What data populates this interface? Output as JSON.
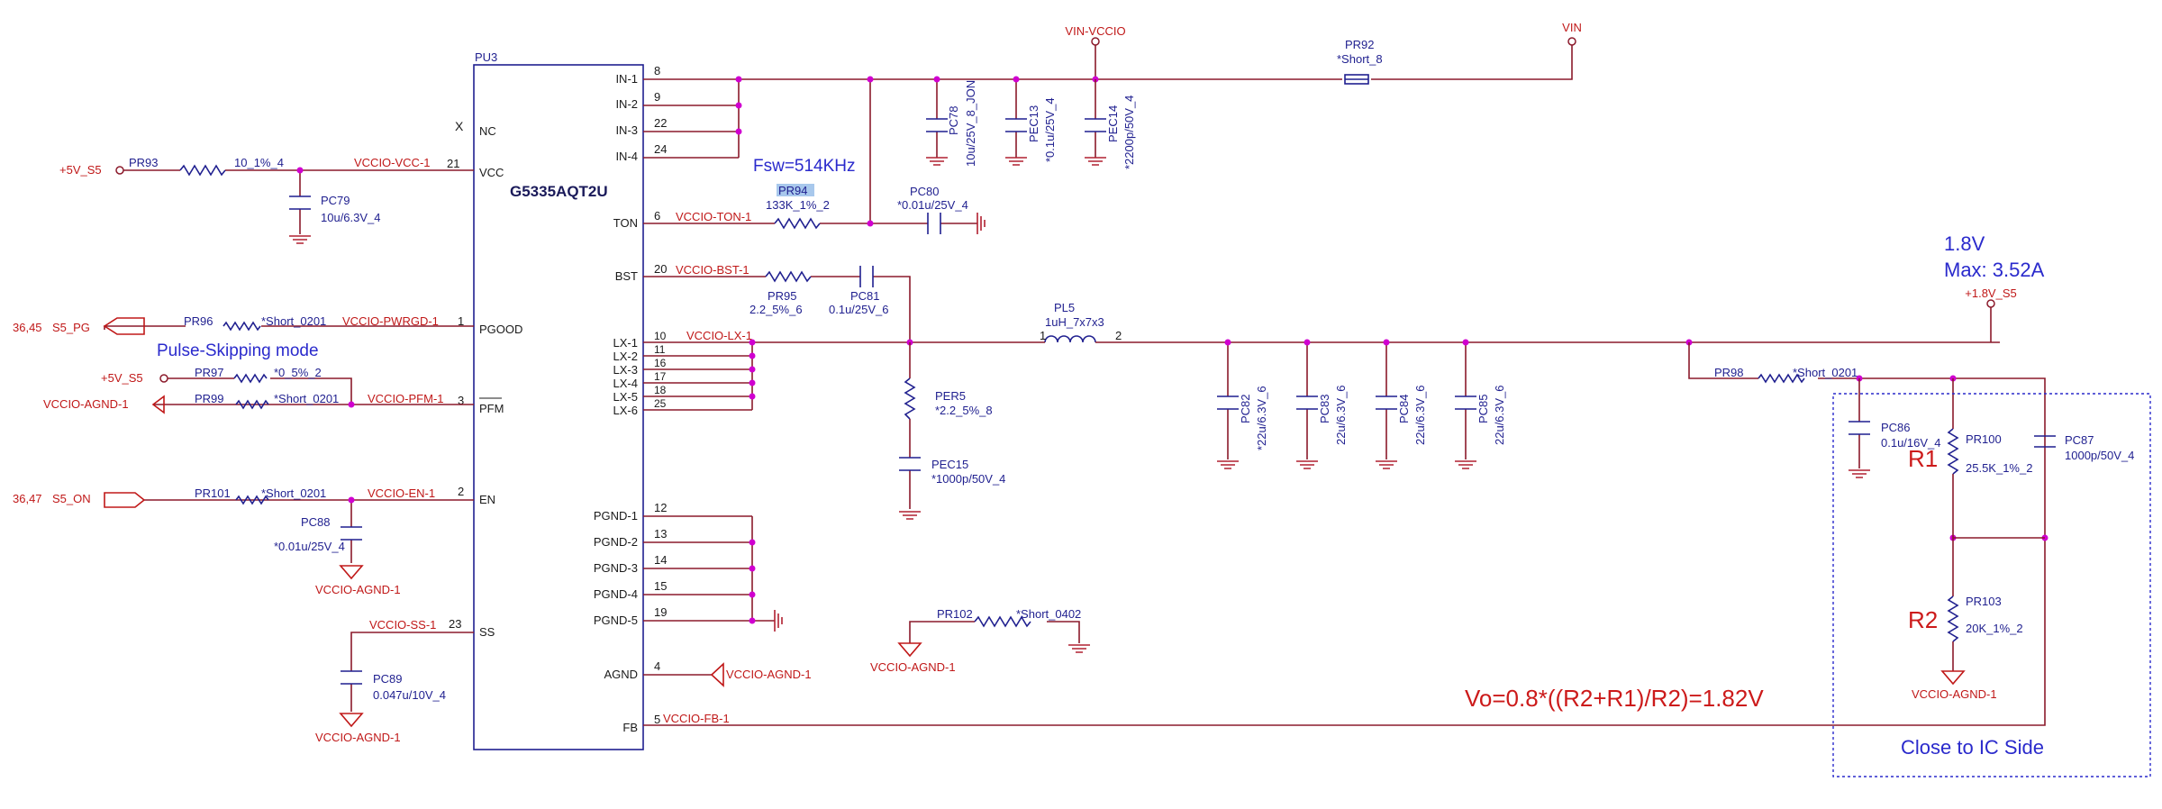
{
  "chip": {
    "refdes": "PU3",
    "part": "G5335AQT2U",
    "left_pins": [
      {
        "name": "NC",
        "num": ""
      },
      {
        "name": "VCC",
        "num": "21"
      },
      {
        "name": "PGOOD",
        "num": "1"
      },
      {
        "name": "PFM",
        "num": "3"
      },
      {
        "name": "EN",
        "num": "2"
      },
      {
        "name": "SS",
        "num": "23"
      }
    ],
    "right_pins": [
      {
        "name": "IN-1",
        "num": "8"
      },
      {
        "name": "IN-2",
        "num": "9"
      },
      {
        "name": "IN-3",
        "num": "22"
      },
      {
        "name": "IN-4",
        "num": "24"
      },
      {
        "name": "TON",
        "num": "6"
      },
      {
        "name": "BST",
        "num": "20"
      },
      {
        "name": "LX-1",
        "num": "10"
      },
      {
        "name": "LX-2",
        "num": "11"
      },
      {
        "name": "LX-3",
        "num": "16"
      },
      {
        "name": "LX-4",
        "num": "17"
      },
      {
        "name": "LX-5",
        "num": "18"
      },
      {
        "name": "LX-6",
        "num": "25"
      },
      {
        "name": "PGND-1",
        "num": "12"
      },
      {
        "name": "PGND-2",
        "num": "13"
      },
      {
        "name": "PGND-3",
        "num": "14"
      },
      {
        "name": "PGND-4",
        "num": "15"
      },
      {
        "name": "PGND-5",
        "num": "19"
      },
      {
        "name": "AGND",
        "num": "4"
      },
      {
        "name": "FB",
        "num": "5"
      }
    ]
  },
  "power": {
    "vin_vccio": "VIN-VCCIO",
    "vin": "VIN",
    "p5v_1": "+5V_S5",
    "p5v_2": "+5V_S5",
    "p18v": "+1.8V_S5"
  },
  "nets": {
    "vcc": "VCCIO-VCC-1",
    "ton": "VCCIO-TON-1",
    "bst": "VCCIO-BST-1",
    "lx": "VCCIO-LX-1",
    "pwrgd": "VCCIO-PWRGD-1",
    "pfm": "VCCIO-PFM-1",
    "en": "VCCIO-EN-1",
    "ss": "VCCIO-SS-1",
    "fb": "VCCIO-FB-1",
    "agnd_pfm": "VCCIO-AGND-1",
    "agnd_en": "VCCIO-AGND-1",
    "agnd_ss": "VCCIO-AGND-1",
    "agnd_pin": "VCCIO-AGND-1",
    "agnd_pr102": "VCCIO-AGND-1",
    "agnd_pr103": "VCCIO-AGND-1"
  },
  "ports": {
    "pg_sheet": "36,45",
    "pg_name": "S5_PG",
    "on_sheet": "36,47",
    "on_name": "S5_ON"
  },
  "components": {
    "pr92": {
      "ref": "PR92",
      "val": "*Short_8"
    },
    "pr93": {
      "ref": "PR93",
      "val": "10_1%_4"
    },
    "pc79": {
      "ref": "PC79",
      "val": "10u/6.3V_4"
    },
    "pc78": {
      "ref": "PC78",
      "val": "10u/25V_8_JON"
    },
    "pec13": {
      "ref": "PEC13",
      "val": "*0.1u/25V_4"
    },
    "pec14": {
      "ref": "PEC14",
      "val": "*2200p/50V_4"
    },
    "pr94": {
      "ref": "PR94",
      "val": "133K_1%_2"
    },
    "pc80": {
      "ref": "PC80",
      "val": "*0.01u/25V_4"
    },
    "pr95": {
      "ref": "PR95",
      "val": "2.2_5%_6"
    },
    "pc81": {
      "ref": "PC81",
      "val": "0.1u/25V_6"
    },
    "pl5": {
      "ref": "PL5",
      "val": "1uH_7x7x3",
      "pin1": "1",
      "pin2": "2"
    },
    "per5": {
      "ref": "PER5",
      "val": "*2.2_5%_8"
    },
    "pec15": {
      "ref": "PEC15",
      "val": "*1000p/50V_4"
    },
    "pc82": {
      "ref": "PC82",
      "val": "*22u/6.3V_6"
    },
    "pc83": {
      "ref": "PC83",
      "val": "22u/6.3V_6"
    },
    "pc84": {
      "ref": "PC84",
      "val": "22u/6.3V_6"
    },
    "pc85": {
      "ref": "PC85",
      "val": "22u/6.3V_6"
    },
    "pr96": {
      "ref": "PR96",
      "val": "*Short_0201"
    },
    "pr97": {
      "ref": "PR97",
      "val": "*0_5%_2"
    },
    "pr99": {
      "ref": "PR99",
      "val": "*Short_0201"
    },
    "pr101": {
      "ref": "PR101",
      "val": "*Short_0201"
    },
    "pc88": {
      "ref": "PC88",
      "val": "*0.01u/25V_4"
    },
    "pc89": {
      "ref": "PC89",
      "val": "0.047u/10V_4"
    },
    "pr102": {
      "ref": "PR102",
      "val": "*Short_0402"
    },
    "pr98": {
      "ref": "PR98",
      "val": "*Short_0201"
    },
    "pc86": {
      "ref": "PC86",
      "val": "0.1u/16V_4"
    },
    "pr100": {
      "ref": "PR100",
      "val": "25.5K_1%_2"
    },
    "pc87": {
      "ref": "PC87",
      "val": "1000p/50V_4"
    },
    "pr103": {
      "ref": "PR103",
      "val": "20K_1%_2"
    }
  },
  "annotations": {
    "fsw": "Fsw=514KHz",
    "mode": "Pulse-Skipping mode",
    "vout": "1.8V",
    "imax": "Max: 3.52A",
    "r1": "R1",
    "r2": "R2",
    "formula": "Vo=0.8*((R2+R1)/R2)=1.82V",
    "close": "Close to IC Side",
    "nc_mark": "X"
  },
  "colors": {
    "wire": "#8b1a2b",
    "component": "#1f1f8f",
    "net_label": "#c01818",
    "junction": "#d000d0",
    "annotation_blue": "#2a2acc",
    "annotation_red": "#cc1a1a"
  }
}
